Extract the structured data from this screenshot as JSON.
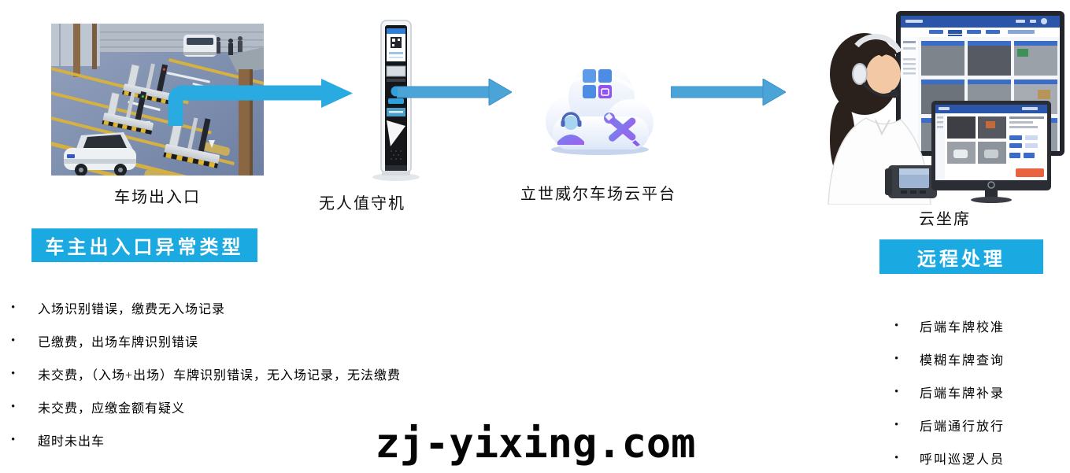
{
  "flow": {
    "steps": [
      {
        "label": "车场出入口"
      },
      {
        "label": "无人值守机"
      },
      {
        "label": "立世威尔车场云平台"
      },
      {
        "label": "云坐席"
      }
    ]
  },
  "left_panel": {
    "title": "车主出入口异常类型",
    "bullet": "•",
    "items": [
      "入场识别错误，缴费无入场记录",
      "已缴费，出场车牌识别错误",
      "未交费，（入场+出场）车牌识别错误，无入场记录，无法缴费",
      "未交费，应缴金额有疑义",
      "超时未出车"
    ]
  },
  "right_panel": {
    "title": "远程处理",
    "bullet": "•",
    "items": [
      "后端车牌校准",
      "模糊车牌查询",
      "后端车牌补录",
      "后端通行放行",
      "呼叫巡逻人员"
    ]
  },
  "watermark": "zj-yixing.com",
  "colors": {
    "title_box_bg": "#1BA9E1",
    "elbow_arrow": "#29ABE2",
    "straight_arrow": "#4BA4D8"
  }
}
